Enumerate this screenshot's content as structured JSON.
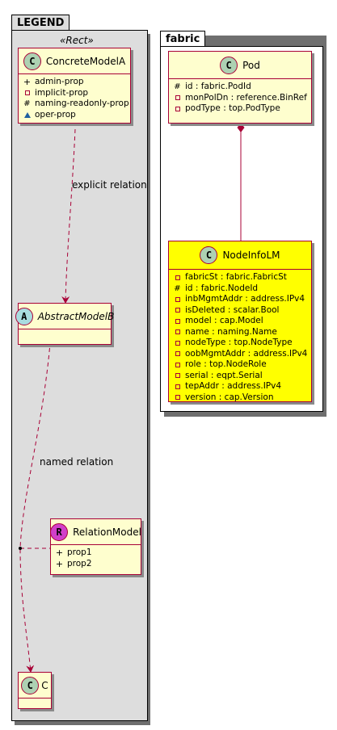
{
  "legend_package": {
    "name": "LEGEND",
    "stereotype": "«Rect»"
  },
  "fabric_package": {
    "name": "fabric"
  },
  "classes": {
    "concrete_model_a": {
      "kind": "C",
      "name": "ConcreteModelA",
      "attributes": [
        {
          "visibility": "public",
          "text": "admin-prop"
        },
        {
          "visibility": "private",
          "text": "implicit-prop"
        },
        {
          "visibility": "protected",
          "text": "naming-readonly-prop"
        },
        {
          "visibility": "package",
          "text": "oper-prop"
        }
      ]
    },
    "abstract_model_b": {
      "kind": "A",
      "name": "AbstractModelB"
    },
    "relation_model": {
      "kind": "R",
      "name": "RelationModel",
      "attributes": [
        {
          "visibility": "public",
          "text": "prop1"
        },
        {
          "visibility": "public",
          "text": "prop2"
        }
      ]
    },
    "c": {
      "kind": "C",
      "name": "C"
    },
    "pod": {
      "kind": "C",
      "name": "Pod",
      "attributes": [
        {
          "visibility": "protected",
          "text": "id : fabric.PodId"
        },
        {
          "visibility": "private",
          "text": "monPolDn : reference.BinRef"
        },
        {
          "visibility": "private",
          "text": "podType : top.PodType"
        }
      ]
    },
    "node_info_lm": {
      "kind": "C",
      "name": "NodeInfoLM",
      "highlight_color": "#ffff00",
      "attributes": [
        {
          "visibility": "private",
          "text": "fabricSt : fabric.FabricSt"
        },
        {
          "visibility": "protected",
          "text": "id : fabric.NodeId"
        },
        {
          "visibility": "private",
          "text": "inbMgmtAddr : address.IPv4"
        },
        {
          "visibility": "private",
          "text": "isDeleted : scalar.Bool"
        },
        {
          "visibility": "private",
          "text": "model : cap.Model"
        },
        {
          "visibility": "private",
          "text": "name : naming.Name"
        },
        {
          "visibility": "private",
          "text": "nodeType : top.NodeType"
        },
        {
          "visibility": "private",
          "text": "oobMgmtAddr : address.IPv4"
        },
        {
          "visibility": "private",
          "text": "role : top.NodeRole"
        },
        {
          "visibility": "private",
          "text": "serial : eqpt.Serial"
        },
        {
          "visibility": "private",
          "text": "tepAddr : address.IPv4"
        },
        {
          "visibility": "private",
          "text": "version : cap.Version"
        }
      ]
    }
  },
  "edges": {
    "explicit": {
      "label": "explicit relation"
    },
    "named": {
      "label": "named relation"
    }
  },
  "colors": {
    "class_fill": "#fefece",
    "class_border": "#a80036",
    "highlight": "#ffff00",
    "legend_fill": "#dddddd",
    "edge": "#a80036",
    "circle_c": "#add1b2",
    "circle_a": "#a9dcdf",
    "circle_r": "#d13fc9"
  }
}
